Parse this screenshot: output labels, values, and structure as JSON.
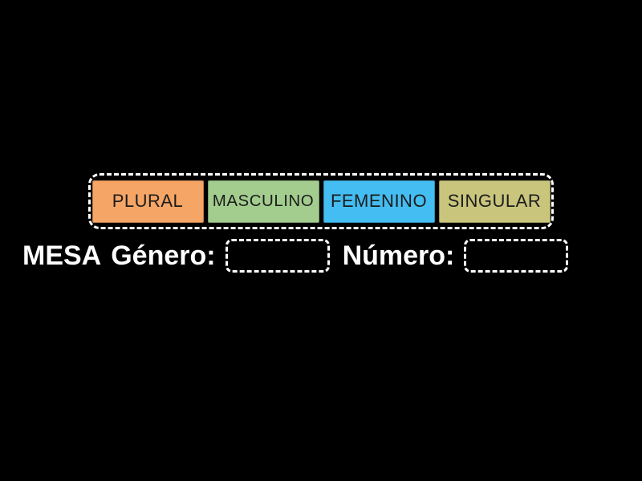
{
  "colors": {
    "background": "#000000",
    "dashed_outline": "#FFFFFF",
    "tile_text": "#1C1C1C",
    "sentence_text": "#FFFFFF"
  },
  "word_bank": {
    "tiles": [
      {
        "label": "PLURAL",
        "color": "#F5A565"
      },
      {
        "label": "MASCULINO",
        "color": "#A3CD8E"
      },
      {
        "label": "FEMENINO",
        "color": "#44BDF2"
      },
      {
        "label": "SINGULAR",
        "color": "#C9C57D"
      }
    ]
  },
  "sentence": {
    "word": "MESA",
    "gender_label": "Género:",
    "number_label": "Número:",
    "gender_blank_value": "",
    "number_blank_value": ""
  }
}
